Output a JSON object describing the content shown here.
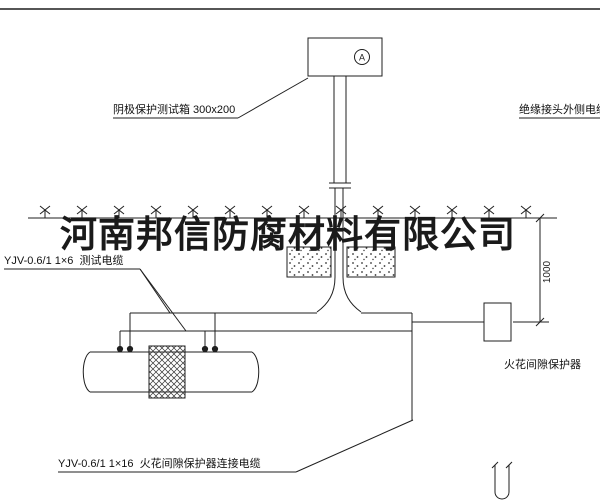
{
  "colors": {
    "line": "#1f1f1f",
    "background": "#ffffff",
    "watermark_text": "#1a1a1a"
  },
  "watermark": {
    "text": "河南邦信防腐材料有限公司"
  },
  "test_box": {
    "meter_label": "A"
  },
  "labels": {
    "test_box_label": "阴极保护测试箱 300x200",
    "insulated_joint_cable_label": "绝缘接头外侧电缆",
    "test_cable_label": "YJV-0.6/1 1×6  测试电缆",
    "spark_gap_cable_label": "YJV-0.6/1 1×16  火花间隙保护器连接电缆",
    "spark_gap_protector_label": "火花间隙保护器"
  },
  "dimension": {
    "value": "1000"
  }
}
